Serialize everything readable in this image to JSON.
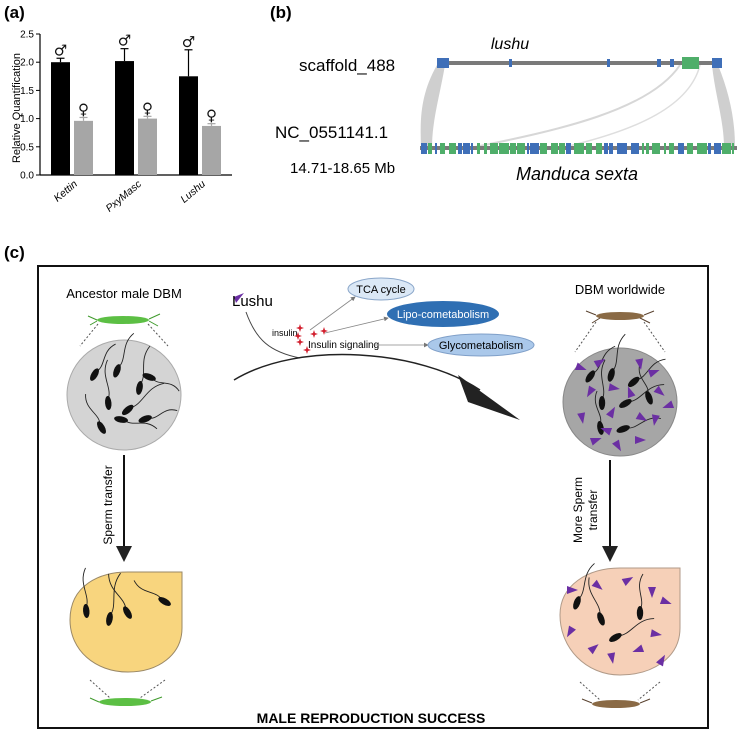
{
  "panels": {
    "a": {
      "letter": "(a)",
      "chart_data": {
        "type": "bar",
        "categories": [
          "Kettin",
          "PxyMasc",
          "Lushu"
        ],
        "series": [
          {
            "name": "♂",
            "values": [
              2.0,
              2.02,
              1.75
            ],
            "errors": [
              0.07,
              0.22,
              0.47
            ],
            "color": "#000000"
          },
          {
            "name": "♀",
            "values": [
              0.96,
              1.0,
              0.87
            ],
            "errors": [
              0.06,
              0.04,
              0.04
            ],
            "color": "#a6a6a6"
          }
        ],
        "ylabel": "Relative Quantification",
        "ylim": [
          0,
          2.5
        ],
        "yticks": [
          "0.0",
          "0.5",
          "1.0",
          "1.5",
          "2.0",
          "2.5"
        ],
        "yticks_values": [
          0,
          0.5,
          1.0,
          1.5,
          2.0,
          2.5
        ],
        "grid": false
      }
    },
    "b": {
      "letter": "(b)",
      "gene_label": "lushu",
      "scaffold_label": "scaffold_488",
      "nc_label": "NC_0551141.1",
      "range_label": "14.71-18.65 Mb",
      "species_label": "Manduca sexta"
    },
    "c": {
      "letter": "(c)",
      "ancestor_label": "Ancestor male DBM",
      "worldwide_label": "DBM worldwide",
      "lushu_label": "Lushu",
      "insulin_label": "insulin",
      "insulin_signaling_label": "Insulin signaling",
      "tca_label": "TCA cycle",
      "lipo_label": "Lipo-cometabolism",
      "glyco_label": "Glycometabolism",
      "sperm_transfer_label": "Sperm transfer",
      "more_sperm_line1": "More Sperm",
      "more_sperm_line2": "transfer",
      "success_label": "MALE REPRODUCTION SUCCESS"
    }
  },
  "colors": {
    "male_bar": "#000000",
    "female_bar": "#a6a6a6",
    "gene_red": "#d21f2e",
    "nc_orange": "#e2653b",
    "exon_blue": "#3f6fb8",
    "exon_green": "#4fae6a",
    "tca_fill": "#dbe8f6",
    "lipo_fill": "#2f6fb3",
    "glyco_fill": "#aac8ea",
    "triangle_purple": "#6b2fa3",
    "sperm_yellow": "#f8d57e",
    "sperm_peach": "#f6d0b8",
    "cell_gray": "#cfcfcf",
    "cell_dark_gray": "#a4a4a4"
  }
}
